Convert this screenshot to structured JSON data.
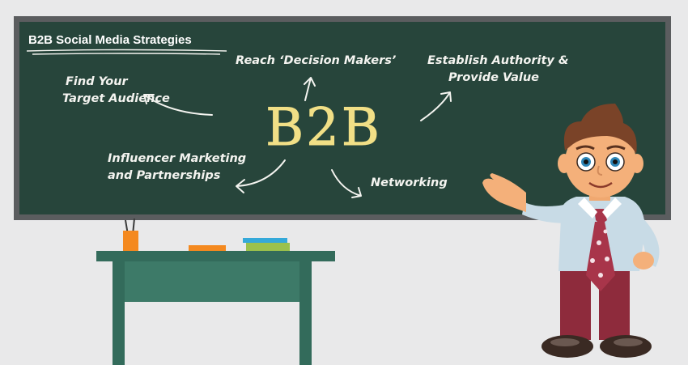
{
  "board": {
    "title": "B2B Social Media Strategies",
    "center": "B2B",
    "items": {
      "find_audience": [
        "Find Your",
        "Target Audience"
      ],
      "decision_makers": "Reach ‘Decision Makers’",
      "authority": [
        "Establish Authority &",
        "Provide Value"
      ],
      "influencer": [
        "Influencer Marketing",
        "and Partnerships"
      ],
      "networking": "Networking"
    }
  },
  "colors": {
    "board": "#27453b",
    "frame": "#5b5d5f",
    "chalk": "#f4f4f0",
    "b2b": "#f1df86",
    "desk": "#336b5b"
  }
}
